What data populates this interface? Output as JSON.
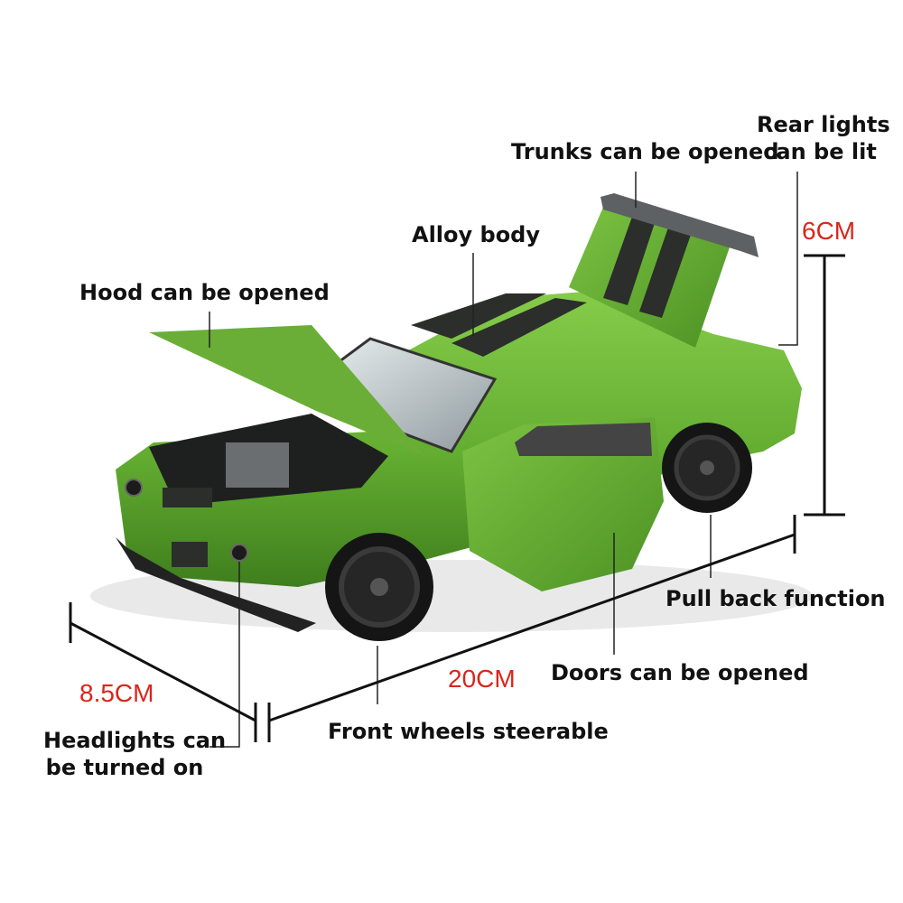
{
  "labels": {
    "trunk": "Trunks can be opened",
    "rear_lights_1": "Rear lights",
    "rear_lights_2": "can be lit",
    "alloy": "Alloy body",
    "hood": "Hood can be opened",
    "pull_back": "Pull back function",
    "doors": "Doors can be opened",
    "front_wheels": "Front wheels steerable",
    "headlights_1": "Headlights can",
    "headlights_2": "be turned on"
  },
  "dimensions": {
    "height": "6CM",
    "width": "8.5CM",
    "length": "20CM"
  },
  "colors": {
    "car_body": "#6fb83a",
    "stripe": "#2b2e2b",
    "dimension_text": "#d9261c",
    "label_text": "#111111"
  }
}
